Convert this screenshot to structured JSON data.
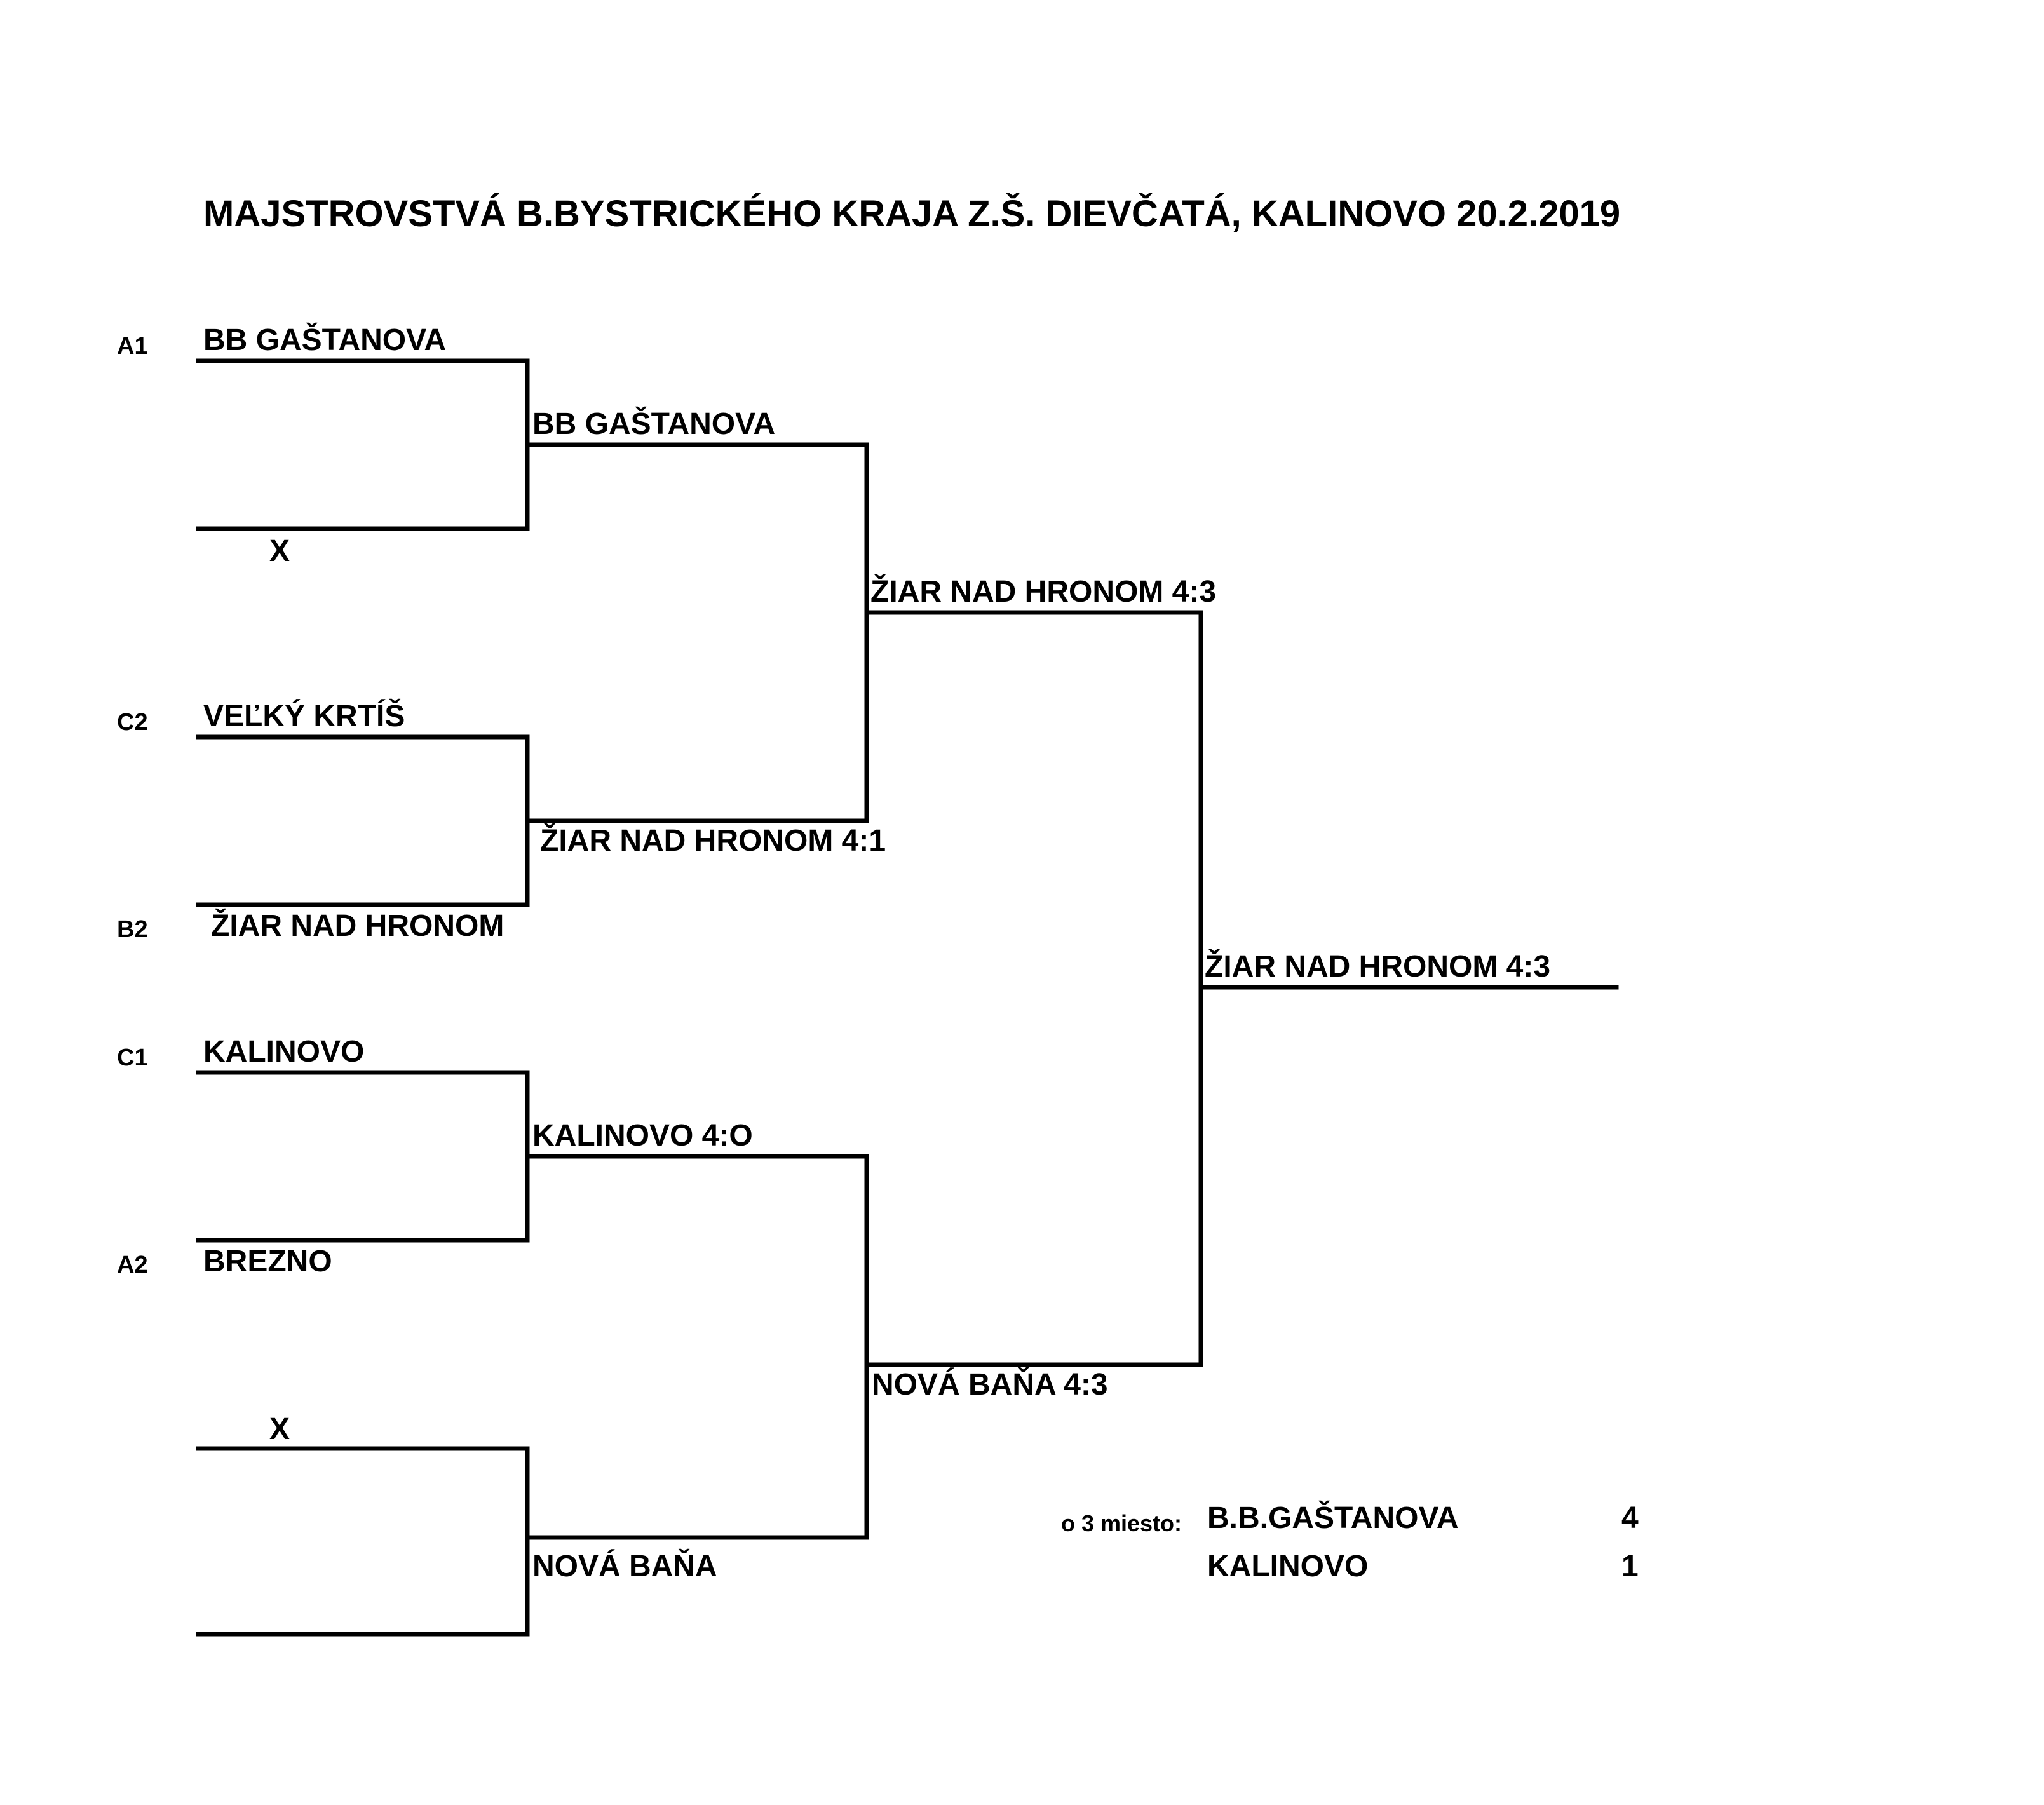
{
  "title": "MAJSTROVSTVÁ B.BYSTRICKÉHO KRAJA Z.Š. DIEVČATÁ, KALINOVO  20.2.2019",
  "bracket": {
    "round1": [
      {
        "seed": "A1",
        "team": "BB GAŠTANOVA"
      },
      {
        "seed": "",
        "team": "X"
      },
      {
        "seed": "C2",
        "team": "VEĽKÝ KRTÍŠ"
      },
      {
        "seed": "B2",
        "team": "ŽIAR NAD HRONOM"
      },
      {
        "seed": "C1",
        "team": "KALINOVO"
      },
      {
        "seed": "A2",
        "team": "BREZNO"
      },
      {
        "seed": "",
        "team": "X"
      },
      {
        "seed": "",
        "team": ""
      }
    ],
    "round2": [
      "BB GAŠTANOVA",
      "ŽIAR NAD HRONOM 4:1",
      "KALINOVO 4:O",
      "NOVÁ BAŇA"
    ],
    "semifinal": [
      "ŽIAR NAD HRONOM 4:3",
      "NOVÁ BAŇA 4:3"
    ],
    "final": "ŽIAR NAD HRONOM 4:3"
  },
  "third_place": {
    "label": "o 3 miesto:",
    "rows": [
      {
        "team": "B.B.GAŠTANOVA",
        "score": "4"
      },
      {
        "team": "KALINOVO",
        "score": "1"
      }
    ]
  }
}
